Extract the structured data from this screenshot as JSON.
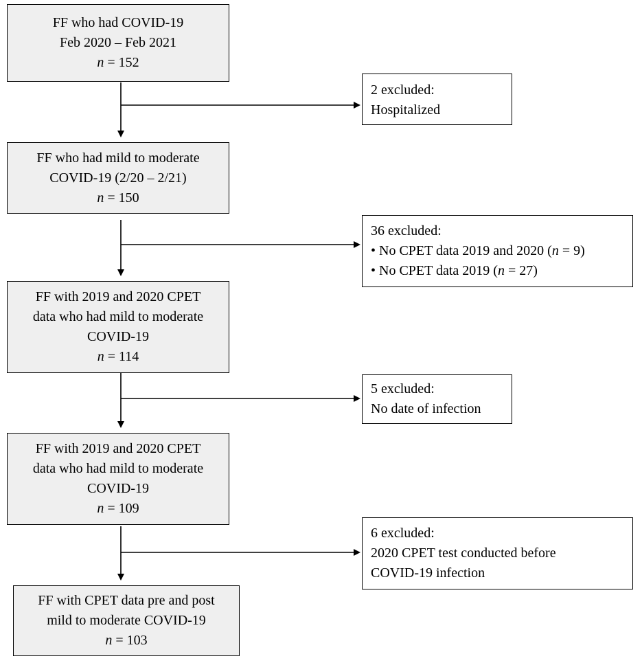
{
  "main_boxes": [
    {
      "lines": [
        "FF who had COVID-19",
        "Feb 2020 – Feb 2021"
      ],
      "n_label": "n",
      "n_value": "= 152"
    },
    {
      "lines": [
        "FF who had mild to moderate",
        "COVID-19 (2/20 – 2/21)"
      ],
      "n_label": "n",
      "n_value": "= 150"
    },
    {
      "lines": [
        "FF with 2019 and 2020 CPET",
        "data who had mild to moderate",
        "COVID-19"
      ],
      "n_label": "n",
      "n_value": "= 114"
    },
    {
      "lines": [
        "FF with 2019 and 2020 CPET",
        "data who had mild to moderate",
        "COVID-19"
      ],
      "n_label": "n",
      "n_value": "= 109"
    },
    {
      "lines": [
        "FF with CPET data pre and post",
        "mild to moderate COVID-19"
      ],
      "n_label": "n",
      "n_value": "= 103"
    }
  ],
  "exclusion_boxes": [
    {
      "title": "2 excluded:",
      "lines": [
        "Hospitalized"
      ]
    },
    {
      "title": "36 excluded:",
      "bullets": [
        {
          "bullet": "•",
          "text": "No CPET data 2019 and 2020 (",
          "n_label": "n",
          "n_value": " = 9)"
        },
        {
          "bullet": "•",
          "text": "No CPET data 2019 (",
          "n_label": "n",
          "n_value": " = 27)"
        }
      ]
    },
    {
      "title": "5 excluded:",
      "lines": [
        "No date of infection"
      ]
    },
    {
      "title": "6 excluded:",
      "lines": [
        "2020 CPET test conducted before",
        "COVID-19 infection"
      ]
    }
  ]
}
